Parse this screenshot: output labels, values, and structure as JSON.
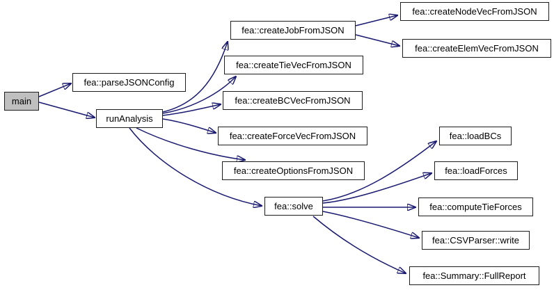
{
  "diagram": {
    "type": "call-graph",
    "colors": {
      "edge": "#191970",
      "node_border": "#1c1c1c",
      "node_fill": "#ffffff",
      "highlight_fill": "#bfbfbf",
      "text": "#000000",
      "background": "#ffffff"
    },
    "nodes": {
      "main": {
        "label": "main",
        "highlighted": true
      },
      "parseJSONConfig": {
        "label": "fea::parseJSONConfig",
        "highlighted": false
      },
      "runAnalysis": {
        "label": "runAnalysis",
        "highlighted": false
      },
      "createJobFromJSON": {
        "label": "fea::createJobFromJSON",
        "highlighted": false
      },
      "createNodeVecFromJSON": {
        "label": "fea::createNodeVecFromJSON",
        "highlighted": false
      },
      "createElemVecFromJSON": {
        "label": "fea::createElemVecFromJSON",
        "highlighted": false
      },
      "createTieVecFromJSON": {
        "label": "fea::createTieVecFromJSON",
        "highlighted": false
      },
      "createBCVecFromJSON": {
        "label": "fea::createBCVecFromJSON",
        "highlighted": false
      },
      "createForceVecFromJSON": {
        "label": "fea::createForceVecFromJSON",
        "highlighted": false
      },
      "createOptionsFromJSON": {
        "label": "fea::createOptionsFromJSON",
        "highlighted": false
      },
      "solve": {
        "label": "fea::solve",
        "highlighted": false
      },
      "loadBCs": {
        "label": "fea::loadBCs",
        "highlighted": false
      },
      "loadForces": {
        "label": "fea::loadForces",
        "highlighted": false
      },
      "computeTieForces": {
        "label": "fea::computeTieForces",
        "highlighted": false
      },
      "csvParserWrite": {
        "label": "fea::CSVParser::write",
        "highlighted": false
      },
      "summaryFullReport": {
        "label": "fea::Summary::FullReport",
        "highlighted": false
      }
    },
    "edges": [
      {
        "from": "main",
        "to": "parseJSONConfig"
      },
      {
        "from": "main",
        "to": "runAnalysis"
      },
      {
        "from": "runAnalysis",
        "to": "createJobFromJSON"
      },
      {
        "from": "runAnalysis",
        "to": "createTieVecFromJSON"
      },
      {
        "from": "runAnalysis",
        "to": "createBCVecFromJSON"
      },
      {
        "from": "runAnalysis",
        "to": "createForceVecFromJSON"
      },
      {
        "from": "runAnalysis",
        "to": "createOptionsFromJSON"
      },
      {
        "from": "runAnalysis",
        "to": "solve"
      },
      {
        "from": "createJobFromJSON",
        "to": "createNodeVecFromJSON"
      },
      {
        "from": "createJobFromJSON",
        "to": "createElemVecFromJSON"
      },
      {
        "from": "solve",
        "to": "loadBCs"
      },
      {
        "from": "solve",
        "to": "loadForces"
      },
      {
        "from": "solve",
        "to": "computeTieForces"
      },
      {
        "from": "solve",
        "to": "csvParserWrite"
      },
      {
        "from": "solve",
        "to": "summaryFullReport"
      }
    ]
  }
}
